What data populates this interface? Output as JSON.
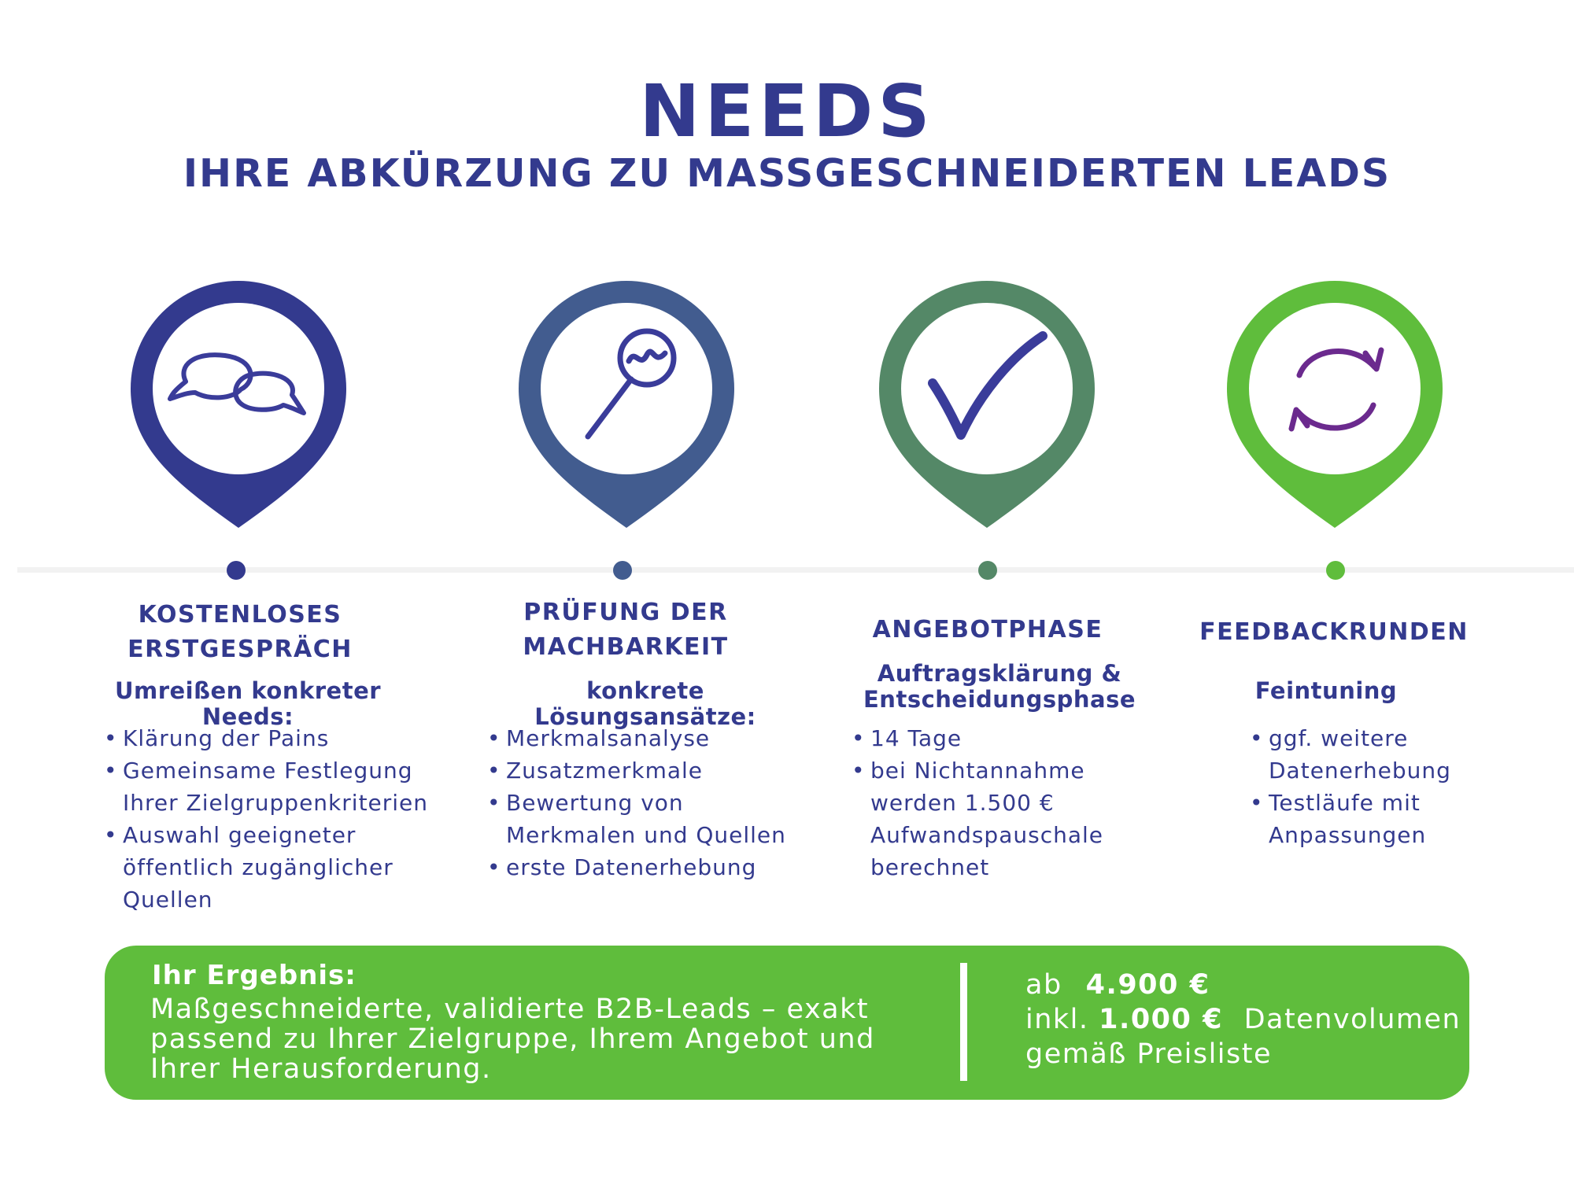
{
  "header": {
    "title": "NEEDS",
    "subtitle": "IHRE ABKÜRZUNG ZU MASSGESCHNEIDERTEN LEADS"
  },
  "steps": [
    {
      "icon": "speech-bubbles-icon",
      "color": "#333a8e",
      "heading_lines": [
        "KOSTENLOSES",
        "ERSTGESPRÄCH"
      ],
      "sub_lines": [
        "Umreißen konkreter Needs:"
      ],
      "bullets": [
        [
          "Klärung der Pains"
        ],
        [
          "Gemeinsame Festlegung",
          "Ihrer Zielgruppenkriterien"
        ],
        [
          "Auswahl geeigneter",
          "öffentlich zugänglicher",
          "Quellen"
        ]
      ]
    },
    {
      "icon": "magnifying-glass-icon",
      "color": "#425c8f",
      "heading_lines": [
        "PRÜFUNG DER",
        "MACHBARKEIT"
      ],
      "sub_lines": [
        "konkrete Lösungsansätze:"
      ],
      "bullets": [
        [
          "Merkmalsanalyse"
        ],
        [
          "Zusatzmerkmale"
        ],
        [
          "Bewertung von",
          "Merkmalen und Quellen"
        ],
        [
          "erste Datenerhebung"
        ]
      ]
    },
    {
      "icon": "checkmark-icon",
      "color": "#548867",
      "heading_lines": [
        "ANGEBOTPHASE"
      ],
      "sub_lines": [
        "Auftragsklärung &",
        "Entscheidungsphase"
      ],
      "bullets": [
        [
          "14 Tage"
        ],
        [
          "bei Nichtannahme",
          "werden 1.500 €",
          "Aufwandspauschale",
          "berechnet"
        ]
      ]
    },
    {
      "icon": "refresh-arrows-icon",
      "color": "#5fbd3c",
      "heading_lines": [
        "FEEDBACKRUNDEN"
      ],
      "sub_lines": [
        "Feintuning"
      ],
      "bullets": [
        [
          "ggf. weitere",
          "Datenerhebung"
        ],
        [
          "Testläufe mit",
          "Anpassungen"
        ]
      ]
    }
  ],
  "result": {
    "label": "Ihr Ergebnis:",
    "text": "Maßgeschneiderte, validierte B2B-Leads – exakt passend zu Ihrer Zielgruppe, Ihrem Angebot und Ihrer Herausforderung.",
    "price_prefix": "ab",
    "price_value": "4.900 €",
    "incl_prefix": "inkl.",
    "incl_value": "1.000 €",
    "incl_suffix": "Datenvolumen",
    "price_note": "gemäß Preisliste"
  },
  "colors": {
    "text_primary": "#333a8e",
    "icon_stroke": "#3a3c9a",
    "refresh_icon": "#6b2a8e",
    "result_background": "#5fbd3c",
    "timeline_line": "#f2f2f2"
  }
}
